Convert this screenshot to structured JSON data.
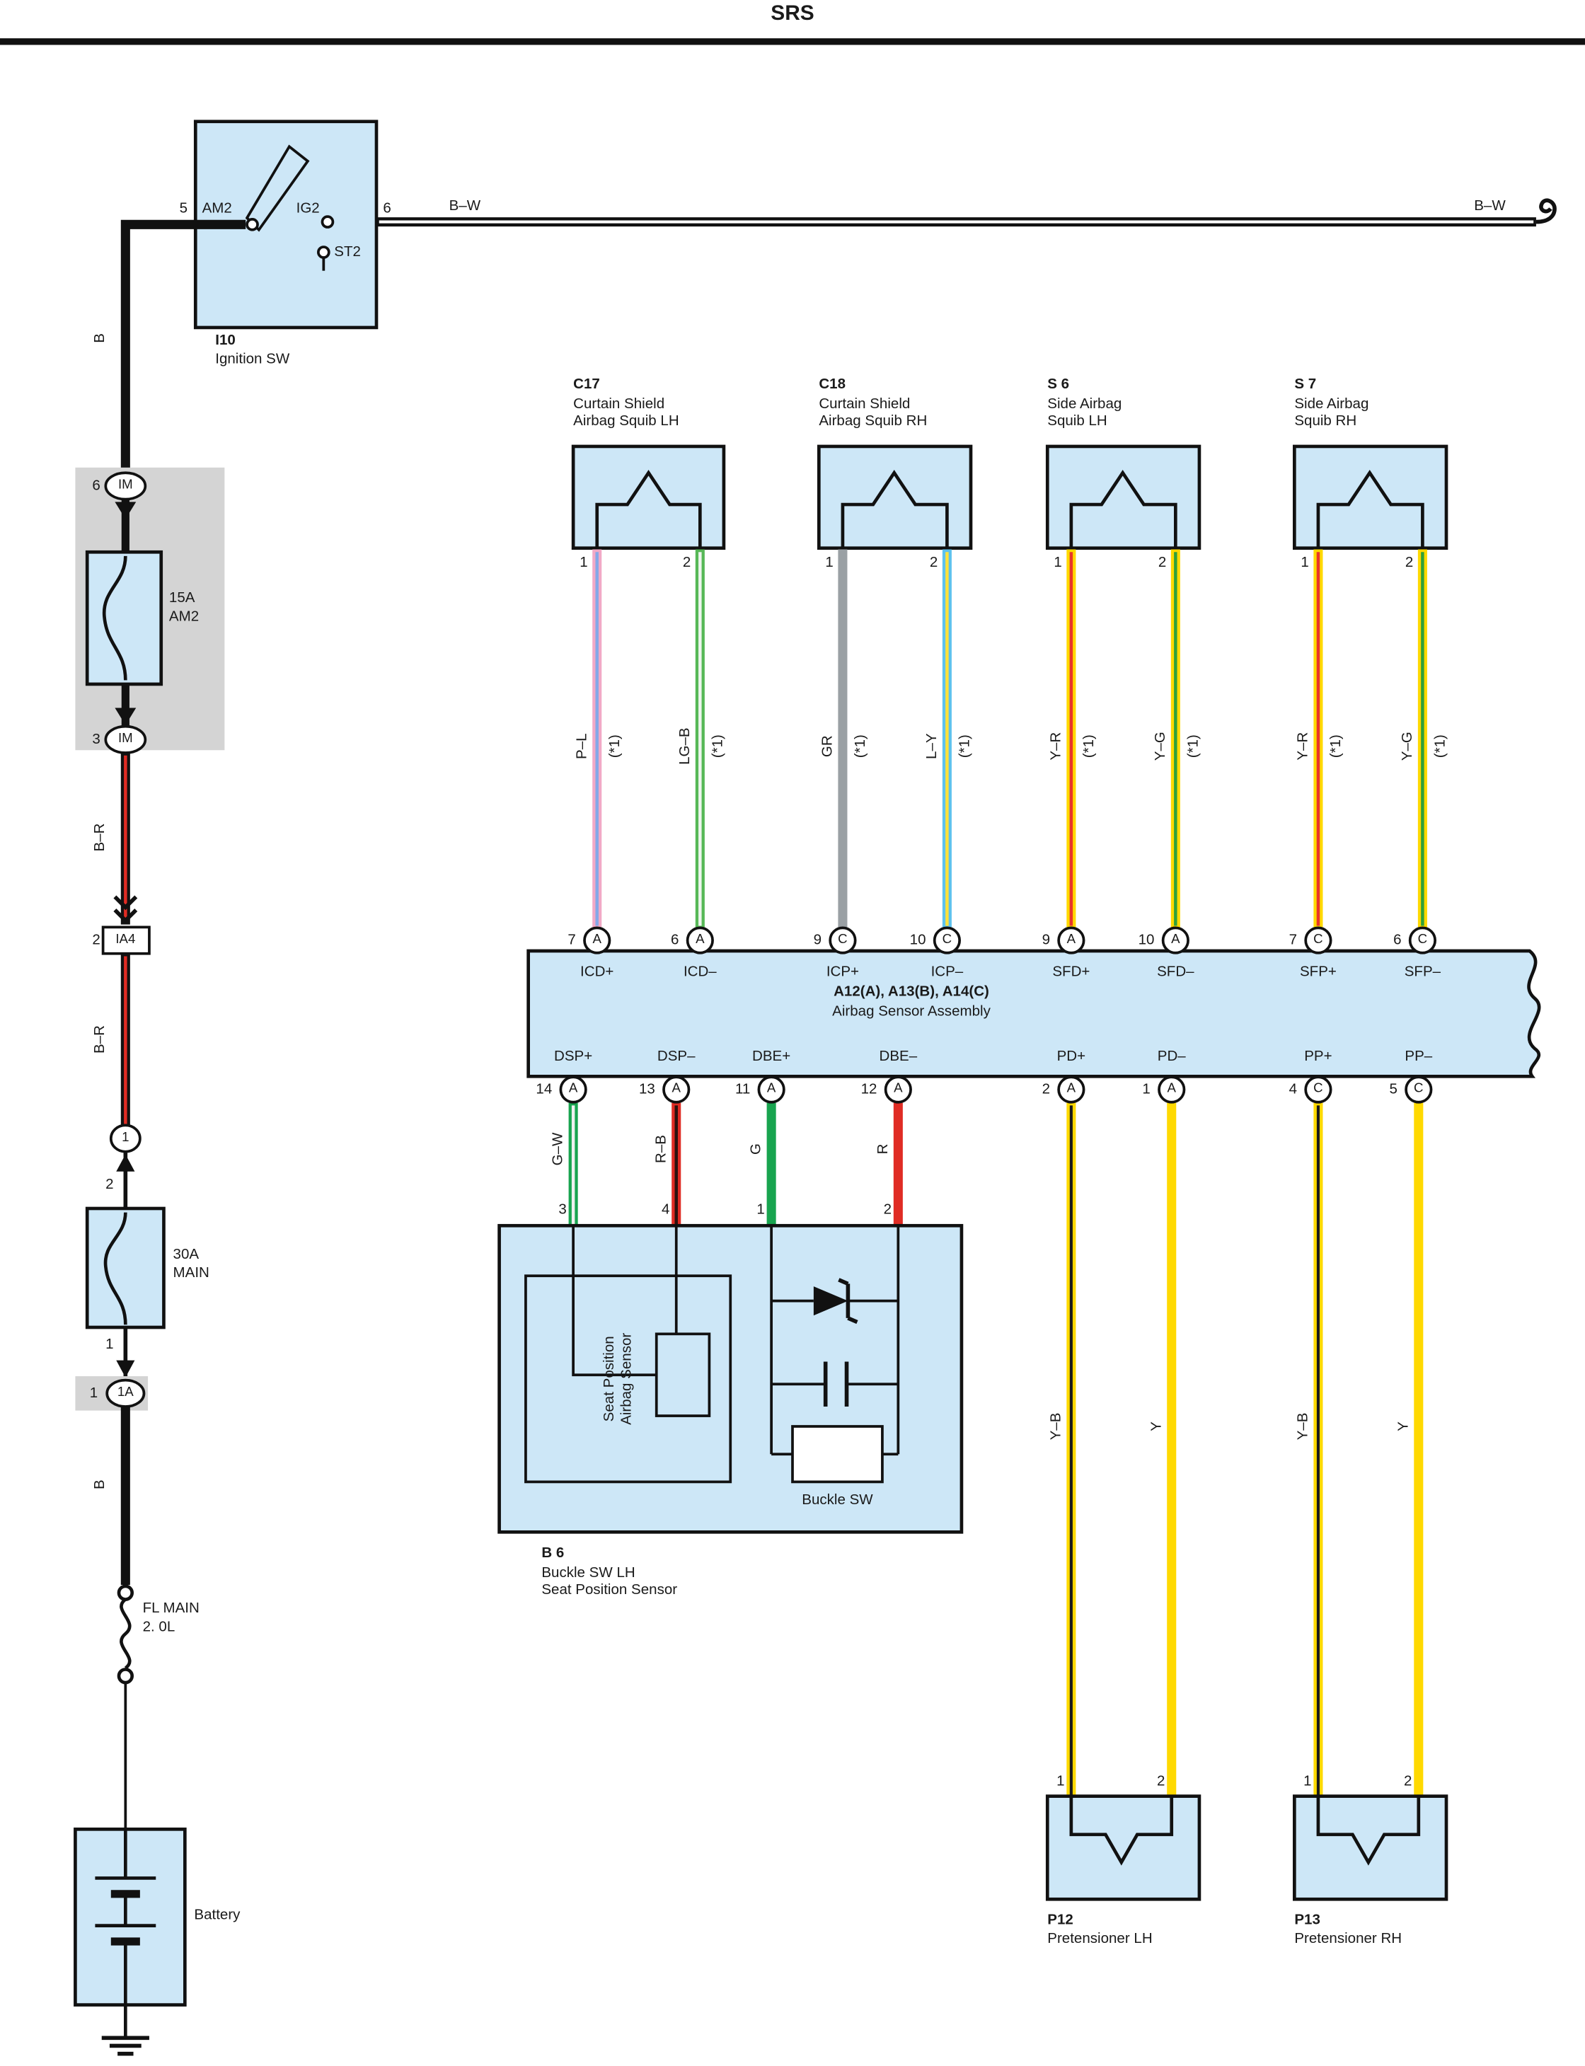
{
  "title": "SRS",
  "palette": {
    "component_fill": "#cde7f7",
    "junction_gray": "#d4d4d4",
    "wire_black": "#1a1a1a",
    "wire_red": "#e02c24",
    "wire_green": "#18a44f",
    "wire_yellow": "#ffd900",
    "wire_gray": "#9aa0a4",
    "wire_pink": "#f2a9c6",
    "wire_blue": "#5ec2ee",
    "wire_light_green": "#57b857"
  },
  "ignition": {
    "pin_am2": "5",
    "am2": "AM2",
    "ig2": "IG2",
    "pin_ig2": "6",
    "st2": "ST2",
    "id": "I10",
    "name": "Ignition SW"
  },
  "top_wire": {
    "label_left": "B–W",
    "label_right": "B–W"
  },
  "left_rail": {
    "wire_b_top": "B",
    "im_top": {
      "pin": "6",
      "label": "IM"
    },
    "fuse_am2": {
      "rating": "15A",
      "name": "AM2"
    },
    "im_bottom": {
      "pin": "3",
      "label": "IM"
    },
    "wire_br_1": "B–R",
    "ia4": {
      "pin": "2",
      "label": "IA4"
    },
    "wire_br_2": "B–R",
    "conn_1": "1",
    "pin_2": "2",
    "fuse_main": {
      "rating": "30A",
      "name": "MAIN"
    },
    "pin_1": "1",
    "conn_1a": {
      "pin": "1",
      "label": "1A"
    },
    "wire_b_bottom": "B",
    "fl_main": {
      "name": "FL MAIN",
      "rating": "2. 0L"
    },
    "battery": "Battery"
  },
  "squibs": [
    {
      "id": "C17",
      "line1": "Curtain Shield",
      "line2": "Airbag Squib LH",
      "pin1": "1",
      "pin2": "2",
      "wire1": {
        "label": "P–L",
        "note": "(*1)"
      },
      "wire2": {
        "label": "LG–B",
        "note": "(*1)"
      },
      "conn1": {
        "num": "7",
        "letter": "A"
      },
      "conn2": {
        "num": "6",
        "letter": "A"
      }
    },
    {
      "id": "C18",
      "line1": "Curtain Shield",
      "line2": "Airbag Squib RH",
      "pin1": "1",
      "pin2": "2",
      "wire1": {
        "label": "GR",
        "note": "(*1)"
      },
      "wire2": {
        "label": "L–Y",
        "note": "(*1)"
      },
      "conn1": {
        "num": "9",
        "letter": "C"
      },
      "conn2": {
        "num": "10",
        "letter": "C"
      }
    },
    {
      "id": "S 6",
      "line1": "Side Airbag",
      "line2": "Squib LH",
      "pin1": "1",
      "pin2": "2",
      "wire1": {
        "label": "Y–R",
        "note": "(*1)"
      },
      "wire2": {
        "label": "Y–G",
        "note": "(*1)"
      },
      "conn1": {
        "num": "9",
        "letter": "A"
      },
      "conn2": {
        "num": "10",
        "letter": "A"
      }
    },
    {
      "id": "S 7",
      "line1": "Side Airbag",
      "line2": "Squib RH",
      "pin1": "1",
      "pin2": "2",
      "wire1": {
        "label": "Y–R",
        "note": "(*1)"
      },
      "wire2": {
        "label": "Y–G",
        "note": "(*1)"
      },
      "conn1": {
        "num": "7",
        "letter": "C"
      },
      "conn2": {
        "num": "6",
        "letter": "C"
      }
    }
  ],
  "assembly": {
    "title": "A12(A), A13(B), A14(C)",
    "subtitle": "Airbag Sensor Assembly",
    "top_signals": [
      "ICD+",
      "ICD–",
      "ICP+",
      "ICP–",
      "SFD+",
      "SFD–",
      "SFP+",
      "SFP–"
    ],
    "bottom_pins": [
      {
        "signal": "DSP+",
        "num": "14",
        "letter": "A"
      },
      {
        "signal": "DSP–",
        "num": "13",
        "letter": "A"
      },
      {
        "signal": "DBE+",
        "num": "11",
        "letter": "A"
      },
      {
        "signal": "DBE–",
        "num": "12",
        "letter": "A"
      },
      {
        "signal": "PD+",
        "num": "2",
        "letter": "A"
      },
      {
        "signal": "PD–",
        "num": "1",
        "letter": "A"
      },
      {
        "signal": "PP+",
        "num": "4",
        "letter": "C"
      },
      {
        "signal": "PP–",
        "num": "5",
        "letter": "C"
      }
    ]
  },
  "b6": {
    "wires": [
      {
        "label": "G–W",
        "pin": "3"
      },
      {
        "label": "R–B",
        "pin": "4"
      },
      {
        "label": "G",
        "pin": "1"
      },
      {
        "label": "R",
        "pin": "2"
      }
    ],
    "sensor_line1": "Seat Position",
    "sensor_line2": "Airbag Sensor",
    "buckle_sw": "Buckle SW",
    "id": "B 6",
    "line1": "Buckle SW LH",
    "line2": "Seat Position Sensor"
  },
  "pretensioners": [
    {
      "id": "P12",
      "name": "Pretensioner LH",
      "pin1": "1",
      "pin2": "2",
      "wire1": "Y–B",
      "wire2": "Y"
    },
    {
      "id": "P13",
      "name": "Pretensioner RH",
      "pin1": "1",
      "pin2": "2",
      "wire1": "Y–B",
      "wire2": "Y"
    }
  ]
}
